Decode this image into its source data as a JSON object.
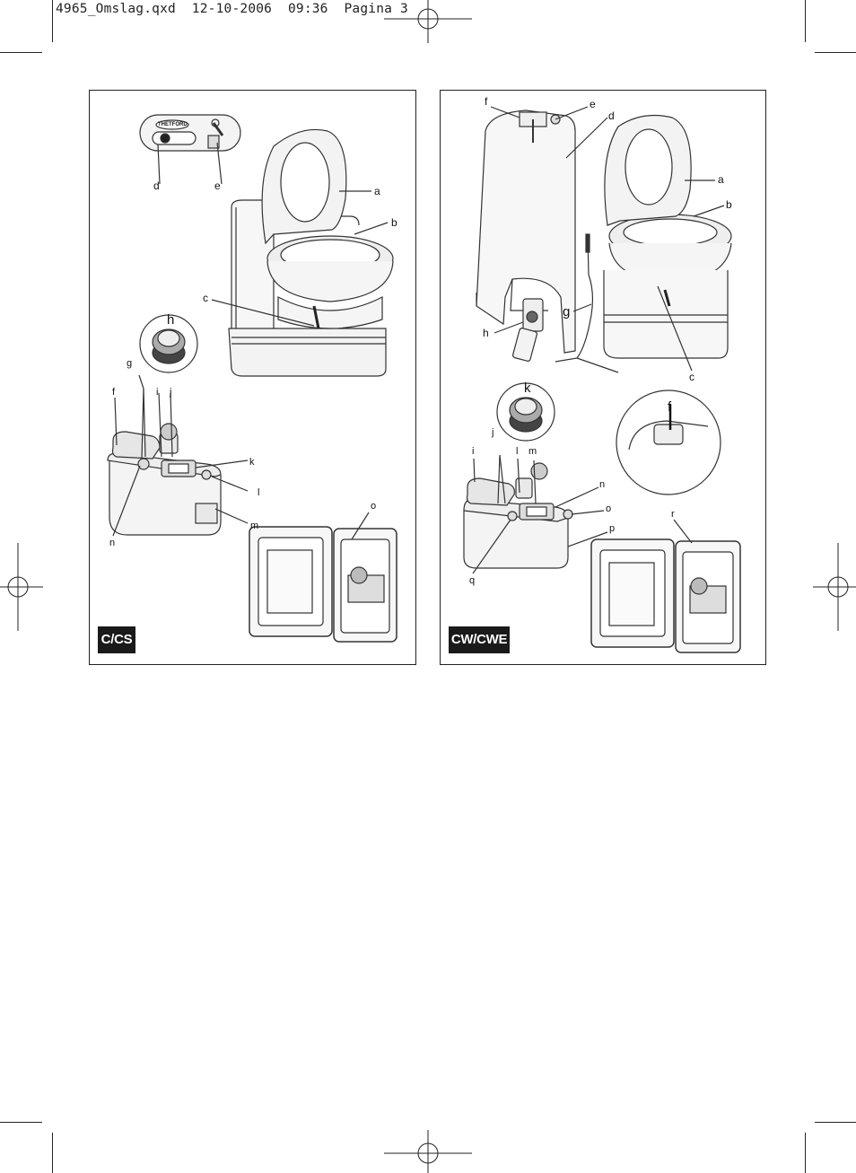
{
  "slug_line": "4965_Omslag.qxd  12-10-2006  09:36  Pagina 3",
  "panel_left": {
    "badge": "C/CS",
    "brand_mark": "THETFORD",
    "callouts": {
      "a": "a",
      "b": "b",
      "c": "c",
      "d": "d",
      "e": "e",
      "f": "f",
      "g": "g",
      "h": "h",
      "i": "i",
      "j": "j",
      "k": "k",
      "l": "l",
      "m": "m",
      "n": "n",
      "o": "o"
    }
  },
  "panel_right": {
    "badge": "CW/CWE",
    "callouts": {
      "a": "a",
      "b": "b",
      "c": "c",
      "d": "d",
      "e": "e",
      "f": "f",
      "f_detail": "f",
      "g": "g",
      "h": "h",
      "i": "i",
      "j": "j",
      "k": "k",
      "l": "l",
      "m": "m",
      "n": "n",
      "o": "o",
      "p": "p",
      "q": "q",
      "r": "r"
    }
  }
}
